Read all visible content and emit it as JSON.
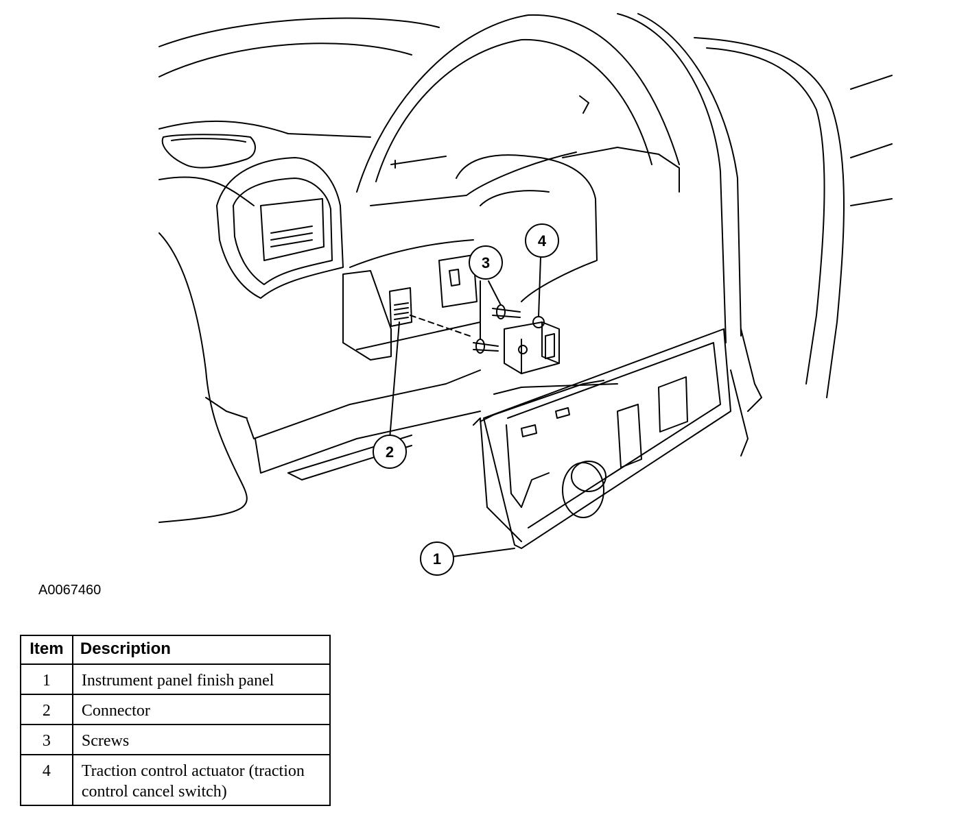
{
  "figure_id": "A0067460",
  "callouts": [
    "1",
    "2",
    "3",
    "4"
  ],
  "table": {
    "headers": {
      "item": "Item",
      "description": "Description"
    },
    "rows": [
      {
        "item": "1",
        "description": "Instrument panel finish panel"
      },
      {
        "item": "2",
        "description": "Connector"
      },
      {
        "item": "3",
        "description": "Screws"
      },
      {
        "item": "4",
        "description": "Traction control actuator (traction control cancel switch)"
      }
    ]
  }
}
